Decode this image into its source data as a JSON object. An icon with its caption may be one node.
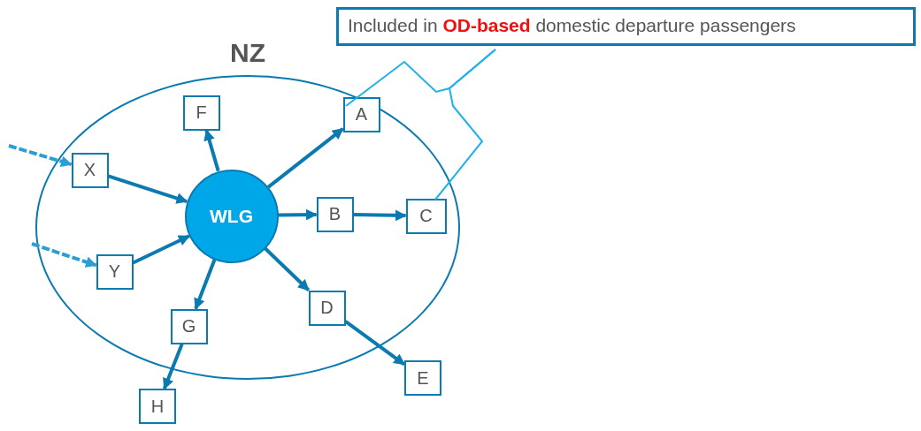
{
  "diagram": {
    "nodes": [
      {
        "text": [
          "Included in **OD-based** domestic departure passengers"
        ]
      },
      {
        "text": [
          "NZ"
        ]
      },
      {
        "text": [
          "WLG"
        ],
        "in": 1
      },
      {
        "text": [
          "F"
        ],
        "in": 1
      },
      {
        "text": [
          "A"
        ],
        "in": 1
      },
      {
        "text": [
          "X"
        ],
        "in": 1
      },
      {
        "text": [
          "B"
        ],
        "in": 1
      },
      {
        "text": [
          "C"
        ],
        "in": 1
      },
      {
        "text": [
          "Y"
        ],
        "in": 1
      },
      {
        "text": [
          "D"
        ],
        "in": 1
      },
      {
        "text": [
          "G"
        ],
        "in": 1
      },
      {
        "text": [
          "E"
        ]
      },
      {
        "text": [
          "H"
        ]
      }
    ],
    "edges": [
      {
        "from": 2,
        "to": 4,
        "arrow": "to"
      },
      {
        "from": 2,
        "to": 6,
        "arrow": "to"
      },
      {
        "from": 6,
        "to": 7,
        "arrow": "to"
      },
      {
        "from": 2,
        "to": 9,
        "arrow": "to"
      },
      {
        "from": 9,
        "to": 11,
        "arrow": "to"
      },
      {
        "from": 2,
        "to": 3,
        "arrow": "to"
      },
      {
        "from": 2,
        "to": 10,
        "arrow": "to"
      },
      {
        "from": 10,
        "to": 12,
        "arrow": "to"
      },
      {
        "from": 5,
        "to": 2,
        "arrow": "to"
      },
      {
        "from": 8,
        "to": 2,
        "arrow": "to"
      },
      {
        "from": null,
        "to": 5,
        "arrow": "to",
        "style": "dashed",
        "color": "#2a9fd6"
      },
      {
        "from": null,
        "to": 8,
        "arrow": "to",
        "style": "dashed",
        "color": "#2a9fd6"
      },
      {
        "from": 0,
        "to": 4,
        "arrow": "none",
        "color": "#1fb1ea"
      },
      {
        "from": 0,
        "to": 7,
        "arrow": "none",
        "color": "#1fb1ea"
      }
    ]
  }
}
